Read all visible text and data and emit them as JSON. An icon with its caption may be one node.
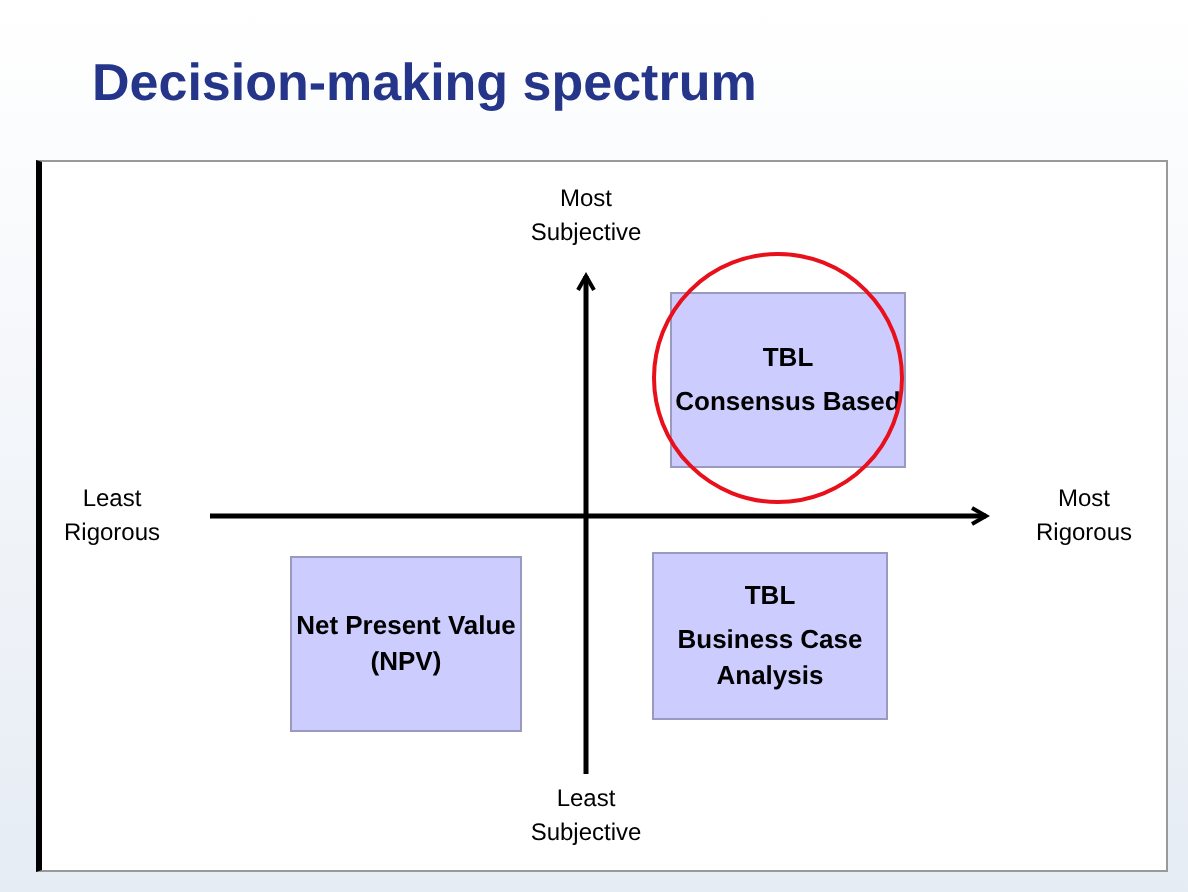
{
  "diagram": {
    "title": "Decision-making spectrum",
    "nodes": [
      {
        "text": [
          "TBL",
          "Consensus Based"
        ]
      },
      {
        "text": [
          "Net Present Value (NPV)"
        ]
      },
      {
        "text": [
          "TBL",
          "Business Case Analysis"
        ]
      }
    ],
    "edges": [],
    "labels": [
      "Most Subjective",
      "Least Rigorous",
      "Most Rigorous",
      "Least Subjective"
    ]
  }
}
